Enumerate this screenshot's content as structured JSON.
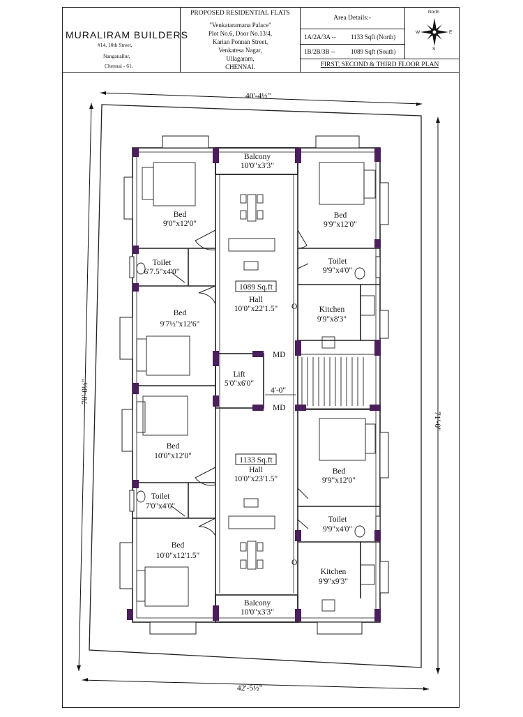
{
  "title_block": {
    "company": "MURALIRAM BUILDERS",
    "address_line1": "#14, 10th Street,",
    "address_line2": "Nanganallur,",
    "address_line3": "Chennai - 61.",
    "project_heading": "PROPOSED RESIDENTIAL FLATS",
    "project_name": "\"Venkataramana Palace\"",
    "project_line2": "Plot No.6, Door No.13/4,",
    "project_line3": "Karian Ponnan Street,",
    "project_line4": "Venkatesa Nagar,",
    "project_line5": "Ullagaram,",
    "project_line6": "CHENNAI.",
    "area_heading": "Area Details:-",
    "area_row1_label": "1A/2A/3A --",
    "area_row1_value": "1133 Sqft (North)",
    "area_row2_label": "1B/2B/3B --",
    "area_row2_value": "1089 Sqft (South)",
    "plan_title": "FIRST, SECOND & THIRD FLOOR PLAN",
    "compass": {
      "north": "North",
      "w": "W",
      "e": "E",
      "s": "S"
    }
  },
  "dimensions": {
    "top": "40'-4½\"",
    "bottom": "42'-5½\"",
    "left": "70'-0½\"",
    "right": "71'-0\"",
    "corridor": "4'-0\""
  },
  "rooms": {
    "balcony_top": {
      "name": "Balcony",
      "size": "10'0\"x3'3\""
    },
    "bed_tl": {
      "name": "Bed",
      "size": "9'0\"x12'0\""
    },
    "bed_tr": {
      "name": "Bed",
      "size": "9'9\"x12'0\""
    },
    "toilet_ul": {
      "name": "Toilet",
      "size": "6'7.5\"x4'0\""
    },
    "toilet_ur": {
      "name": "Toilet",
      "size": "9'9\"x4'0\""
    },
    "hall_top": {
      "area": "1089 Sq.ft",
      "name": "Hall",
      "size": "10'0\"x22'1.5\""
    },
    "bed_l2": {
      "name": "Bed",
      "size": "9'7½\"x12'6\""
    },
    "kitchen_top": {
      "name": "Kitchen",
      "size": "9'9\"x8'3\""
    },
    "lift": {
      "name": "Lift",
      "size": "5'0\"x6'0\""
    },
    "bed_l3": {
      "name": "Bed",
      "size": "10'0\"x12'0\""
    },
    "bed_r3": {
      "name": "Bed",
      "size": "9'9\"x12'0\""
    },
    "hall_bottom": {
      "area": "1133 Sq.ft",
      "name": "Hall",
      "size": "10'0\"x23'1.5\""
    },
    "toilet_ll": {
      "name": "Toilet",
      "size": "7'0\"x4'0\""
    },
    "toilet_lr": {
      "name": "Toilet",
      "size": "9'9\"x4'0\""
    },
    "bed_bl": {
      "name": "Bed",
      "size": "10'0\"x12'1.5\""
    },
    "kitchen_bottom": {
      "name": "Kitchen",
      "size": "9'9\"x9'3\""
    },
    "balcony_bottom": {
      "name": "Balcony",
      "size": "10'0\"x3'3\""
    }
  },
  "markers": {
    "md_top": "MD",
    "md_bottom": "MD",
    "o_top": "O",
    "o_bottom": "O"
  },
  "colors": {
    "column": "#4a1f5c",
    "line": "#222222"
  }
}
